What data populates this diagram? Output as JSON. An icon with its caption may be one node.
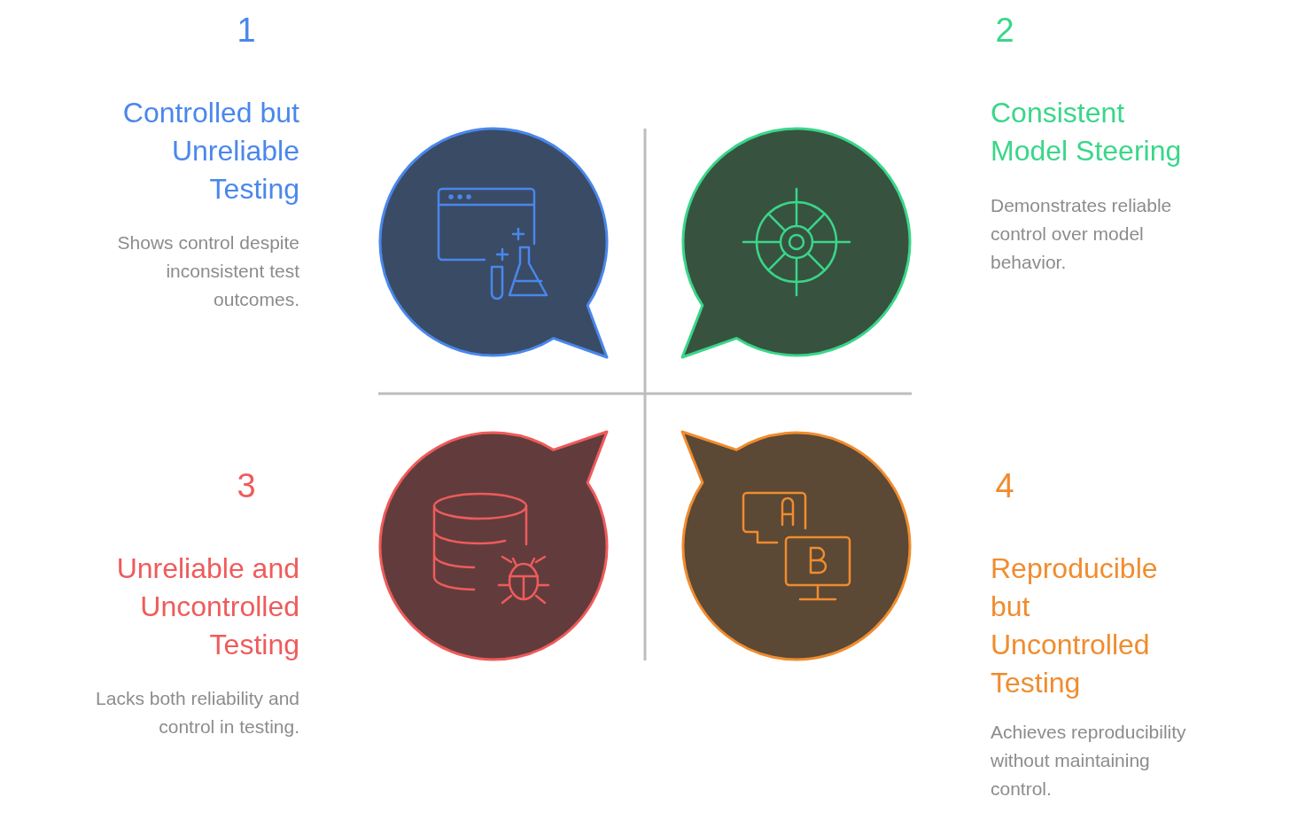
{
  "diagram": {
    "labels": [
      "1",
      "Controlled but Unreliable Testing",
      "Shows control despite inconsistent test outcomes.",
      "2",
      "Consistent Model Steering",
      "Demonstrates reliable control over model behavior.",
      "3",
      "Unreliable and Uncontrolled Testing",
      "Lacks both reliability and control in testing.",
      "4",
      "Reproducible but Uncontrolled Testing",
      "Achieves reproducibility without maintaining control."
    ]
  }
}
